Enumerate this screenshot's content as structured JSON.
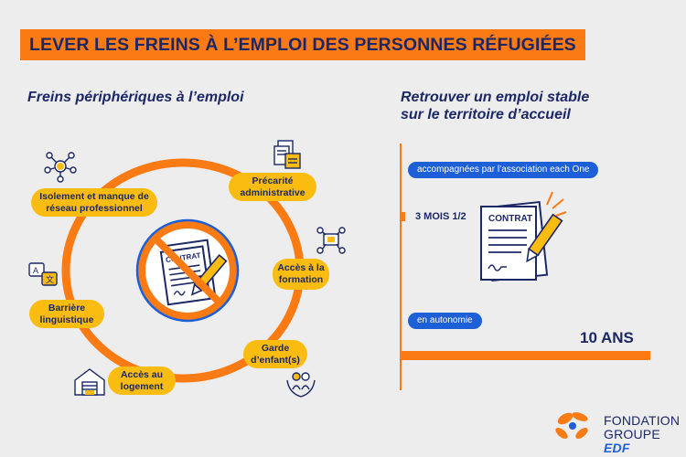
{
  "title": "LEVER LES FREINS À L’EMPLOI DES PERSONNES RÉFUGIÉES",
  "left": {
    "subtitle": "Freins périphériques à l’emploi",
    "freins": [
      {
        "label": "Isolement et manque de réseau professionnel",
        "icon": "network-icon"
      },
      {
        "label": "Précarité administrative",
        "icon": "documents-icon"
      },
      {
        "label": "Accès à la formation",
        "icon": "training-icon"
      },
      {
        "label": "Garde d’enfant(s)",
        "icon": "childcare-icon"
      },
      {
        "label": "Accès au logement",
        "icon": "house-icon"
      },
      {
        "label": "Barrière linguistique",
        "icon": "translation-icon"
      }
    ],
    "center_contract_label": "CONTRAT"
  },
  "right": {
    "subtitle_line1": "Retrouver un emploi stable",
    "subtitle_line2": "sur le territoire d’accueil",
    "accompanied_label": "accompagnées par l’association each One",
    "accompanied_duration": "3 MOIS 1/2",
    "autonomy_label": "en autonomie",
    "autonomy_duration": "10 ANS",
    "contract_label": "CONTRAT"
  },
  "logo": {
    "line1": "FONDATION",
    "line2_a": "GROUPE ",
    "line2_b": "EDF"
  },
  "colors": {
    "orange": "#fa7a14",
    "yellow": "#fbbc12",
    "navy": "#1c2766",
    "blue": "#1d5fd6",
    "red": "#e8443a"
  }
}
